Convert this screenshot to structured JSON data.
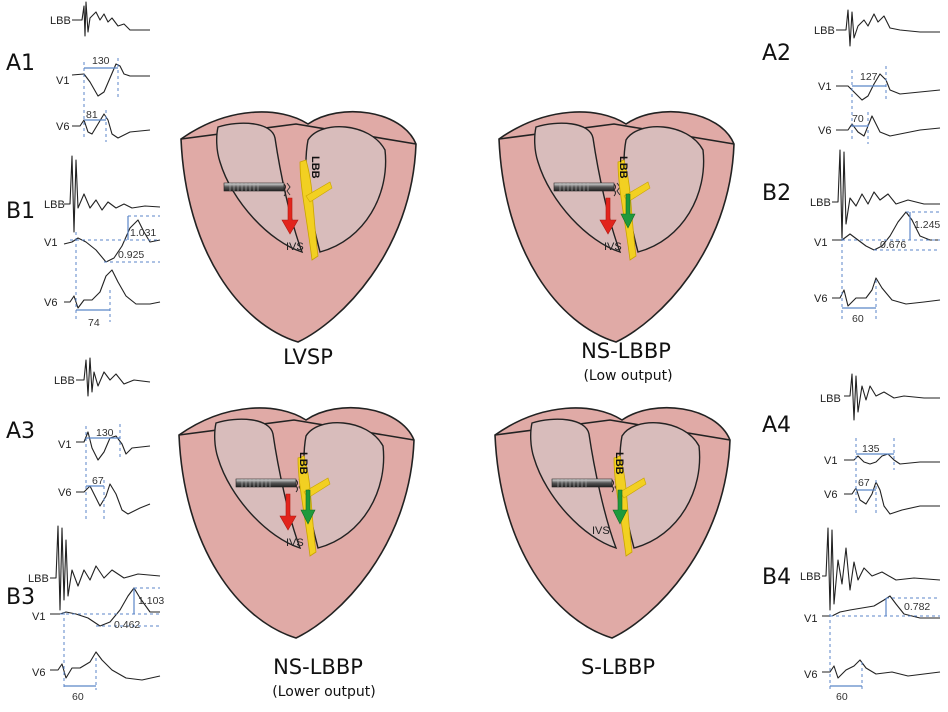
{
  "panels": {
    "A1": {
      "label": "A1",
      "leads": [
        "LBB",
        "V1",
        "V6"
      ],
      "v1_duration": "130",
      "v6_duration": "81"
    },
    "B1": {
      "label": "B1",
      "leads": [
        "LBB",
        "V1",
        "V6"
      ],
      "v1_amp_high": "1.031",
      "v1_amp_low": "0.925",
      "v6_duration": "74"
    },
    "A2": {
      "label": "A2",
      "leads": [
        "LBB",
        "V1",
        "V6"
      ],
      "v1_duration": "127",
      "v6_duration": "70"
    },
    "B2": {
      "label": "B2",
      "leads": [
        "LBB",
        "V1",
        "V6"
      ],
      "v1_amp_high": "1.245",
      "v1_amp_low": "0.676",
      "v6_duration": "60"
    },
    "A3": {
      "label": "A3",
      "leads": [
        "LBB",
        "V1",
        "V6"
      ],
      "v1_duration": "130",
      "v6_duration": "67"
    },
    "B3": {
      "label": "B3",
      "leads": [
        "LBB",
        "V1",
        "V6"
      ],
      "v1_amp_high": "1.103",
      "v1_amp_low": "0.462",
      "v6_duration": "60"
    },
    "A4": {
      "label": "A4",
      "leads": [
        "LBB",
        "V1",
        "V6"
      ],
      "v1_duration": "135",
      "v6_duration": "67"
    },
    "B4": {
      "label": "B4",
      "leads": [
        "LBB",
        "V1",
        "V6"
      ],
      "v1_amp_high": "0.782",
      "v6_duration": "60"
    }
  },
  "hearts": {
    "lvsp": {
      "title": "LVSP",
      "subtitle": "",
      "lbb": "LBB",
      "ivs": "IVS"
    },
    "ns_lbbp_low": {
      "title": "NS-LBBP",
      "subtitle": "(Low output)",
      "lbb": "LBB",
      "ivs": "IVS"
    },
    "ns_lbbp_lower": {
      "title": "NS-LBBP",
      "subtitle": "(Lower output)",
      "lbb": "LBB",
      "ivs": "IVS"
    },
    "s_lbbp": {
      "title": "S-LBBP",
      "subtitle": "",
      "lbb": "LBB",
      "ivs": "IVS"
    }
  },
  "colors": {
    "heart_fill": "#e0aaa6",
    "septum_fill": "#d8bcbb",
    "lbb_yellow": "#f2d022",
    "arrow_red": "#e2241c",
    "arrow_green": "#1e9a3c",
    "guide_blue": "#5b86c8"
  }
}
